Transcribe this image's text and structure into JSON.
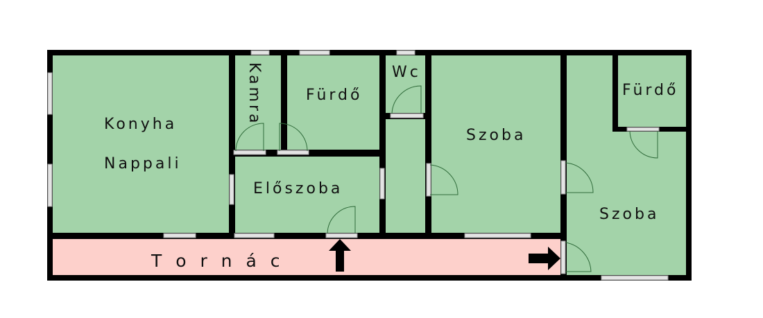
{
  "plan": {
    "rooms": {
      "konyha": "Konyha",
      "nappali": "Nappali",
      "kamra": "Kamra",
      "furdo1": "Fürdő",
      "wc": "Wc",
      "eloszoba": "Előszoba",
      "szoba1": "Szoba",
      "furdo2": "Fürdő",
      "szoba2": "Szoba",
      "tornac": "T o r n á c"
    },
    "colors": {
      "room": "#a3d3a9",
      "porch": "#fdd0cb",
      "wall": "#000000"
    },
    "entrances": [
      "arrow-up",
      "arrow-right"
    ]
  }
}
